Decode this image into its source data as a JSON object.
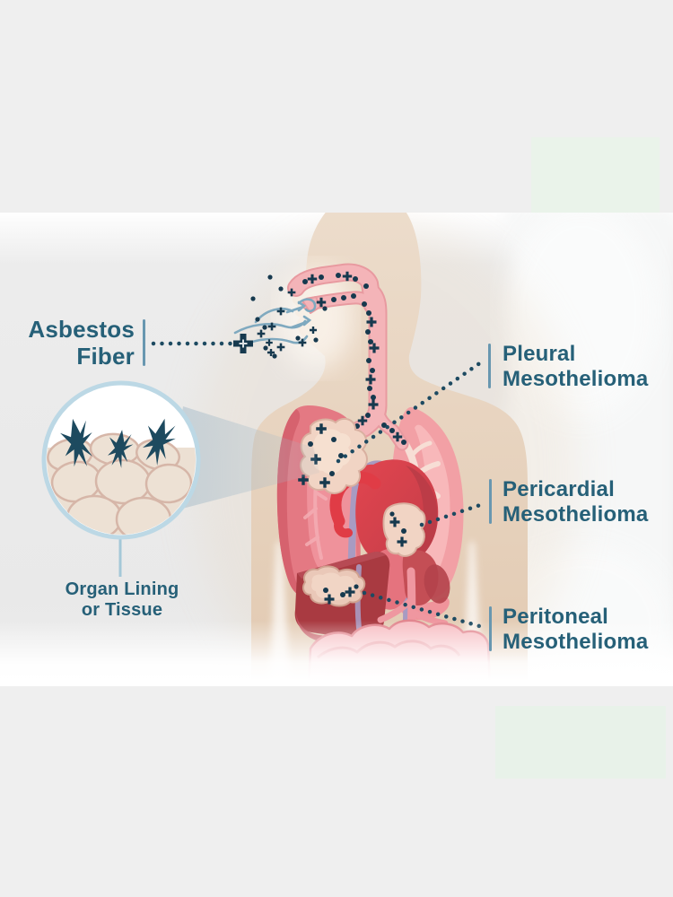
{
  "page": {
    "background_color": "#efefef",
    "accent_blocks": {
      "top_right_color": "#eaf3ea",
      "bottom_right_color": "#e8f2e9"
    }
  },
  "diagram": {
    "labels": {
      "asbestos_fiber": "Asbestos Fiber",
      "pleural": "Pleural Mesothelioma",
      "pericardial": "Pericardial Mesothelioma",
      "peritoneal": "Peritoneal Mesothelioma",
      "organ_lining": "Organ Lining or Tissue"
    },
    "colors": {
      "label_text": "#266078",
      "leader_dots": "#1d4a61",
      "separator_rule": "#6897b0",
      "asbestos_fiber": "#16394e",
      "wind_swirl": "#7fa9bf",
      "magnifier_ring": "#bcd8e5",
      "body_skin": "#e9d6c3",
      "lung_left": "#e47983",
      "lung_right": "#f2a0a5",
      "heart": "#d8434d",
      "liver": "#a93a41",
      "intestine": "#f7bec3",
      "tumor_tissue": "#f1d4c4"
    },
    "icons": {
      "asbestos_fiber_icon": "bold plus-cross",
      "particle_cross_icon": "small plus-cross",
      "particle_dot_icon": "round dot",
      "wind_swirl_icon": "curved lines with arrows",
      "magnifier_icon": "zoom circle with cone",
      "fiber_shard_icon": "jagged asbestos shard"
    }
  }
}
